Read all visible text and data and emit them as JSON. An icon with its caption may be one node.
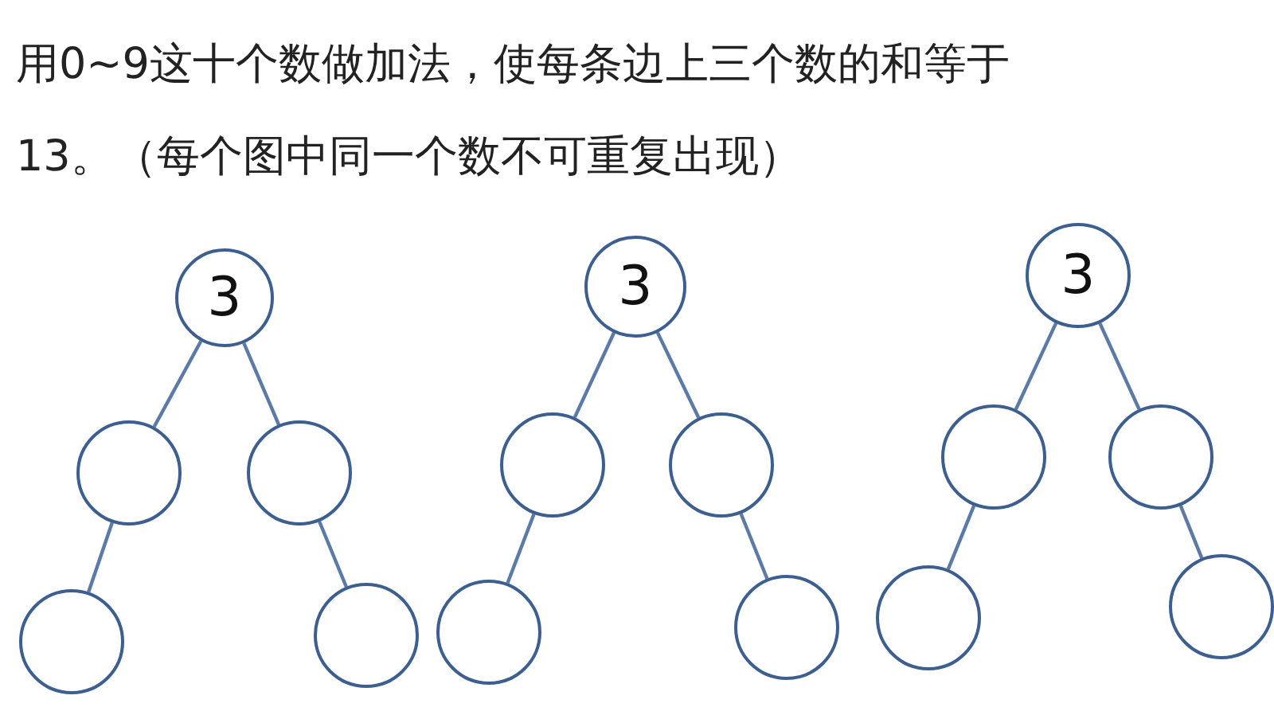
{
  "diagram": {
    "title": "用0~9这十个数做加法，使每条边上三个数的和等于13。（每个图中同一个数不可重复出现）",
    "nodes": [
      {
        "text": [
          "3"
        ]
      },
      {
        "text": [],
        "shape": "circle"
      },
      {
        "text": [],
        "shape": "circle"
      },
      {
        "text": [],
        "shape": "circle"
      },
      {
        "text": [],
        "shape": "circle"
      },
      {
        "text": [
          "3"
        ]
      },
      {
        "text": [],
        "shape": "circle"
      },
      {
        "text": [],
        "shape": "circle"
      },
      {
        "text": [],
        "shape": "circle"
      },
      {
        "text": [],
        "shape": "circle"
      },
      {
        "text": [
          "3"
        ]
      },
      {
        "text": [],
        "shape": "circle"
      },
      {
        "text": [],
        "shape": "circle"
      },
      {
        "text": [],
        "shape": "circle"
      },
      {
        "text": [],
        "shape": "circle"
      }
    ],
    "edges": [
      {
        "from": 0,
        "to": 1,
        "arrow": "none"
      },
      {
        "from": 0,
        "to": 2,
        "arrow": "none"
      },
      {
        "from": 1,
        "to": 3,
        "arrow": "none"
      },
      {
        "from": 2,
        "to": 4,
        "arrow": "none"
      },
      {
        "from": 5,
        "to": 6,
        "arrow": "none"
      },
      {
        "from": 5,
        "to": 7,
        "arrow": "none"
      },
      {
        "from": 6,
        "to": 8,
        "arrow": "none"
      },
      {
        "from": 7,
        "to": 9,
        "arrow": "none"
      },
      {
        "from": 10,
        "to": 11,
        "arrow": "none"
      },
      {
        "from": 10,
        "to": 12,
        "arrow": "none"
      },
      {
        "from": 11,
        "to": 13,
        "arrow": "none"
      },
      {
        "from": 12,
        "to": 14,
        "arrow": "none"
      }
    ]
  }
}
